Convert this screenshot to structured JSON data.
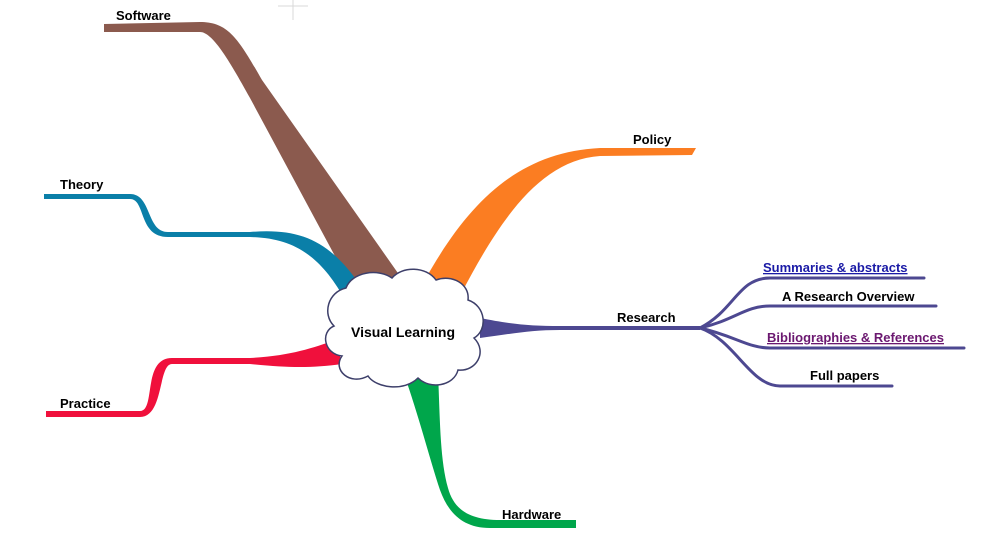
{
  "map": {
    "central_topic": "Visual Learning",
    "colors": {
      "software": "#8b5a4e",
      "theory": "#0a7fa8",
      "practice": "#f0103c",
      "policy": "#fb7d22",
      "research": "#4d4891",
      "hardware": "#00a64b",
      "link_blue": "#1a1aa6",
      "link_visited": "#6b1870",
      "cloud_stroke": "#3d3f6a"
    },
    "branches": {
      "software": "Software",
      "theory": "Theory",
      "practice": "Practice",
      "policy": "Policy",
      "research": "Research",
      "hardware": "Hardware"
    },
    "research_children": {
      "summaries": "Summaries & abstracts",
      "overview": "A Research Overview",
      "bibliographies": "Bibliographies & References",
      "full_papers": "Full papers"
    }
  }
}
